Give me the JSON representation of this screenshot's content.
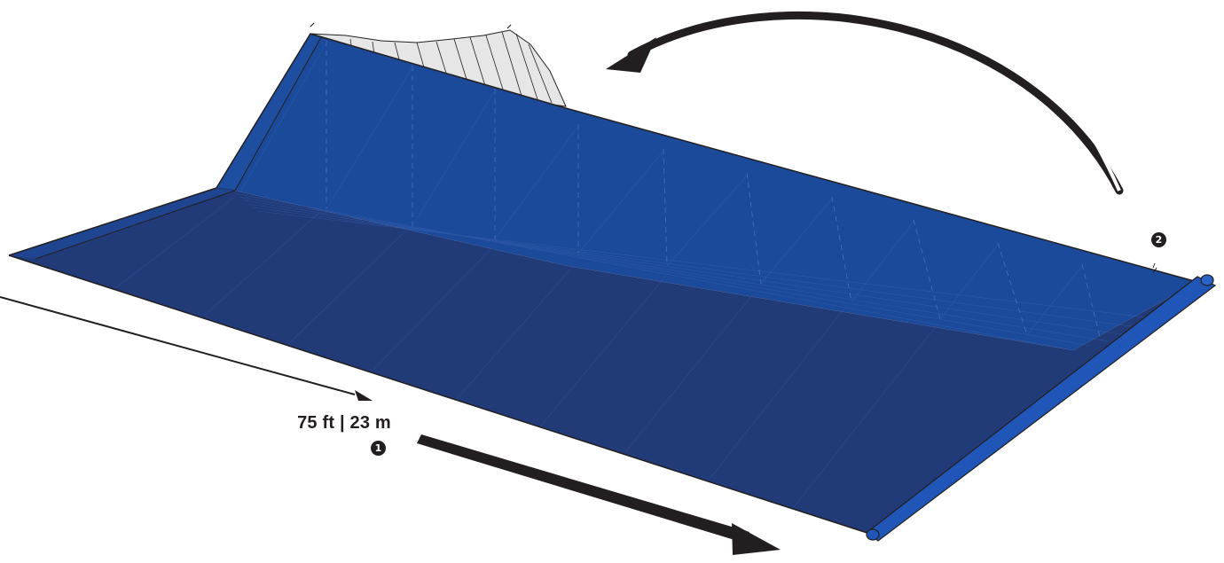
{
  "dimension": {
    "text": "75 ft | 23 m"
  },
  "markers": [
    {
      "number": "1",
      "meaning": "unroll-length"
    },
    {
      "number": "2",
      "meaning": "flip-over-edge"
    }
  ],
  "colors": {
    "panel_dark": "#213a78",
    "panel_light": "#1c4a9a",
    "roll": "#1f56b8",
    "strap": "#dcdcdc",
    "ink": "#231f20"
  },
  "icons": [
    "curved-arrow-icon",
    "straight-arrow-icon",
    "number-marker-icon"
  ]
}
